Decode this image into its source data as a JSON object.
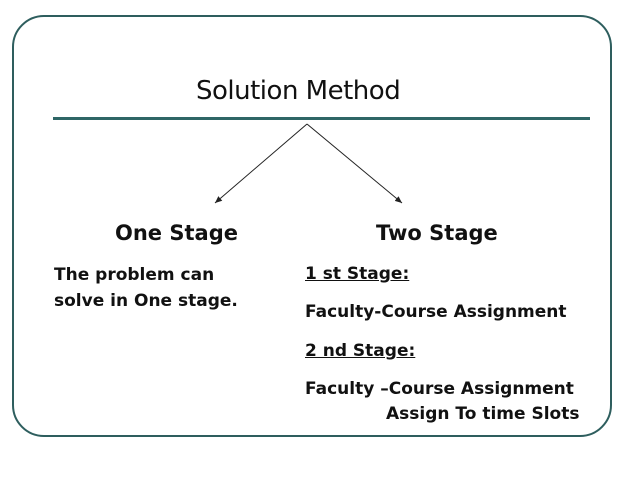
{
  "title": "Solution Method",
  "left": {
    "heading": "One Stage",
    "desc_line1": "The problem can",
    "desc_line2": "solve in  One stage."
  },
  "right": {
    "heading": "Two Stage",
    "stage1_label": "1 st Stage:",
    "stage1_text": "Faculty-Course Assignment",
    "stage2_label": "2 nd Stage:",
    "stage2_text_line1": "Faculty –Course Assignment",
    "stage2_text_line2": "Assign To time Slots"
  },
  "colors": {
    "frame": "#2e5e5e",
    "rule": "#2e6666",
    "text": "#111111"
  }
}
